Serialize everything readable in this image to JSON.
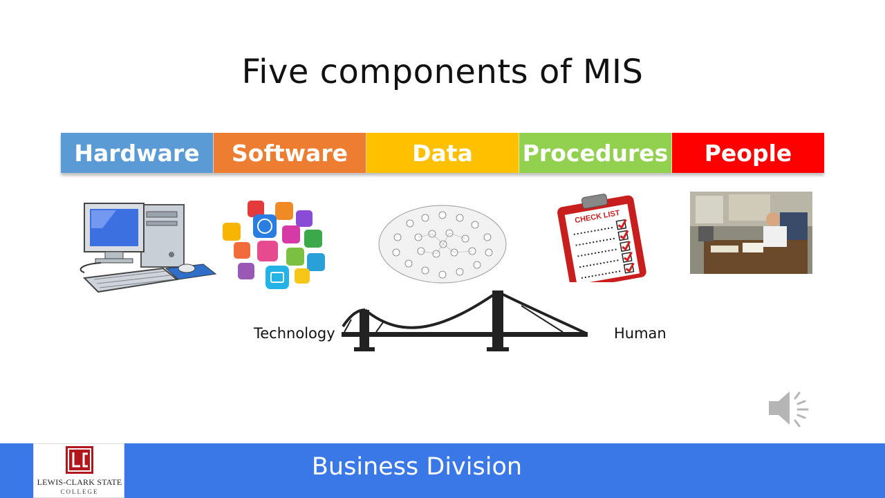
{
  "slide": {
    "title": "Five components of MIS"
  },
  "components": [
    {
      "label": "Hardware",
      "color": "#5b9bd5"
    },
    {
      "label": "Software",
      "color": "#ed7d31"
    },
    {
      "label": "Data",
      "color": "#ffc000"
    },
    {
      "label": "Procedures",
      "color": "#92d050"
    },
    {
      "label": "People",
      "color": "#ff0000"
    }
  ],
  "illustrations": {
    "hardware": "computer-icon",
    "software": "app-icons",
    "data": "data-network-icon",
    "procedures": "checklist-icon",
    "people": "office-worker-photo",
    "checklist_heading": "CHECK LIST"
  },
  "bridge": {
    "left_label": "Technology",
    "right_label": "Human",
    "icon": "bridge-icon"
  },
  "footer": {
    "text": "Business Division",
    "background": "#3b78e7",
    "logo": {
      "line1": "LEWIS-CLARK STATE",
      "line2": "COLLEGE"
    }
  },
  "audio": {
    "icon": "speaker-icon"
  }
}
